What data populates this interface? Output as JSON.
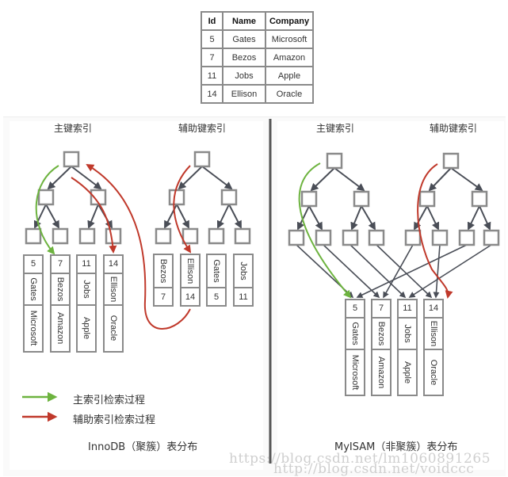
{
  "table": {
    "headers": [
      "Id",
      "Name",
      "Company"
    ],
    "rows": [
      [
        "5",
        "Gates",
        "Microsoft"
      ],
      [
        "7",
        "Bezos",
        "Amazon"
      ],
      [
        "11",
        "Jobs",
        "Apple"
      ],
      [
        "14",
        "Ellison",
        "Oracle"
      ]
    ]
  },
  "innodb": {
    "primary_label": "主键索引",
    "secondary_label": "辅助键索引",
    "caption": "InnoDB（聚簇）表分布",
    "primary_leaves": [
      {
        "id": "5",
        "name": "Gates",
        "company": "Microsoft"
      },
      {
        "id": "7",
        "name": "Bezos",
        "company": "Amazon"
      },
      {
        "id": "11",
        "name": "Jobs",
        "company": "Apple"
      },
      {
        "id": "14",
        "name": "Ellison",
        "company": "Oracle"
      }
    ],
    "secondary_leaves": [
      {
        "name": "Bezos",
        "id": "7"
      },
      {
        "name": "Ellison",
        "id": "14"
      },
      {
        "name": "Gates",
        "id": "5"
      },
      {
        "name": "Jobs",
        "id": "11"
      }
    ]
  },
  "myisam": {
    "primary_label": "主键索引",
    "secondary_label": "辅助键索引",
    "caption": "MyISAM（非聚簇）表分布",
    "rows": [
      {
        "id": "5",
        "name": "Gates",
        "company": "Microsoft"
      },
      {
        "id": "7",
        "name": "Bezos",
        "company": "Amazon"
      },
      {
        "id": "11",
        "name": "Jobs",
        "company": "Apple"
      },
      {
        "id": "14",
        "name": "Ellison",
        "company": "Oracle"
      }
    ],
    "primary_leaf_targets": [
      "5",
      "7",
      "11",
      "14"
    ],
    "secondary_leaf_targets": [
      "7",
      "14",
      "5",
      "11"
    ]
  },
  "legend": {
    "primary": {
      "label": "主索引检索过程",
      "color": "#6db33f"
    },
    "secondary": {
      "label": "辅助索引检索过程",
      "color": "#c0392b"
    }
  },
  "colors": {
    "node_border": "#8a8a8a",
    "edge": "#4a4e57",
    "divider": "#555555"
  },
  "watermark": {
    "line1": "https://blog.csdn.net/lm1060891265",
    "line2": "http://blog.csdn.net/voidccc"
  }
}
